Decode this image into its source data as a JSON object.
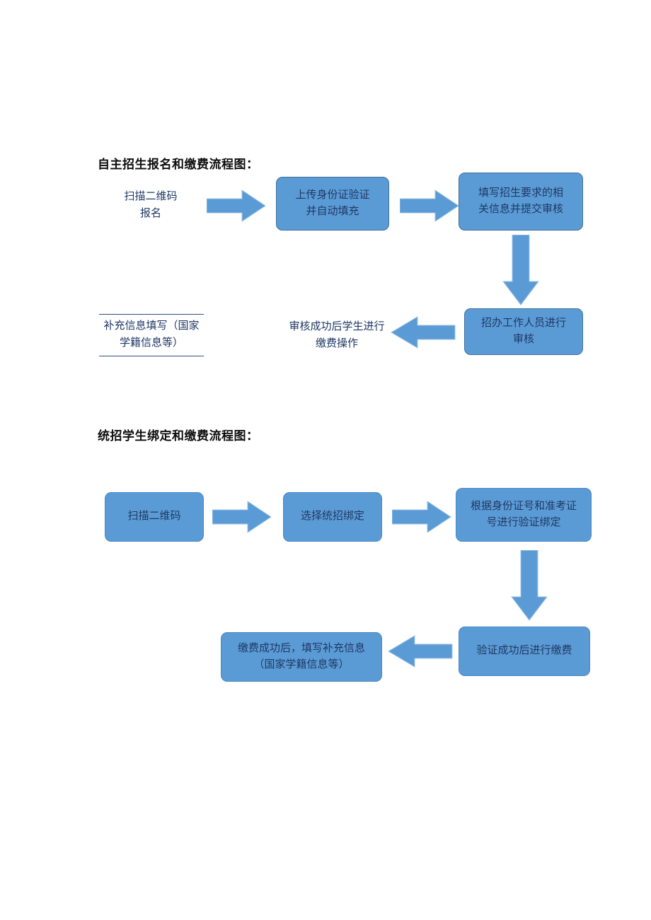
{
  "document": {
    "sections": [
      {
        "id": "self-enrollment",
        "title": "自主招生报名和缴费流程图：",
        "nodes": {
          "scan_qr": "扫描二维码\n报名",
          "scan_qr_line1": "扫描二维码",
          "scan_qr_line2": "报名",
          "upload_id_line1": "上传身份证验证",
          "upload_id_line2": "并自动填充",
          "fill_info_line1": "填写招生要求的相",
          "fill_info_line2": "关信息并提交审核",
          "staff_review_line1": "招办工作人员进行",
          "staff_review_line2": "审核",
          "pay_after_review_line1": "审核成功后学生进行",
          "pay_after_review_line2": "缴费操作",
          "supplement_line1": "补充信息填写（国家",
          "supplement_line2": "学籍信息等）"
        },
        "arrows": [
          {
            "name": "arrow-scan-to-upload",
            "direction": "right"
          },
          {
            "name": "arrow-upload-to-fill",
            "direction": "right"
          },
          {
            "name": "arrow-fill-to-review",
            "direction": "down"
          },
          {
            "name": "arrow-review-to-pay",
            "direction": "left"
          }
        ]
      },
      {
        "id": "unified-enrollment",
        "title": "统招学生绑定和缴费流程图：",
        "nodes": {
          "scan_qr": "扫描二维码",
          "choose_bind": "选择统招绑定",
          "verify_bind_line1": "根据身份证号和准考证",
          "verify_bind_line2": "号进行验证绑定",
          "pay_after_verify": "验证成功后进行缴费",
          "supplement_line1": "缴费成功后，填写补充信息",
          "supplement_line2": "（国家学籍信息等）"
        },
        "arrows": [
          {
            "name": "arrow-scan-to-choose",
            "direction": "right"
          },
          {
            "name": "arrow-choose-to-verify",
            "direction": "right"
          },
          {
            "name": "arrow-verify-to-pay",
            "direction": "down"
          },
          {
            "name": "arrow-pay-to-supplement",
            "direction": "left"
          }
        ]
      }
    ],
    "colors": {
      "box_fill": "#5B9BD5",
      "box_border": "#41719C",
      "arrow_fill": "#5B9BD5",
      "arrow_border": "#9DC3E6",
      "text_blue": "#1F3864",
      "heading": "#0D0D0D",
      "page_background": "#FFFFFF"
    }
  }
}
